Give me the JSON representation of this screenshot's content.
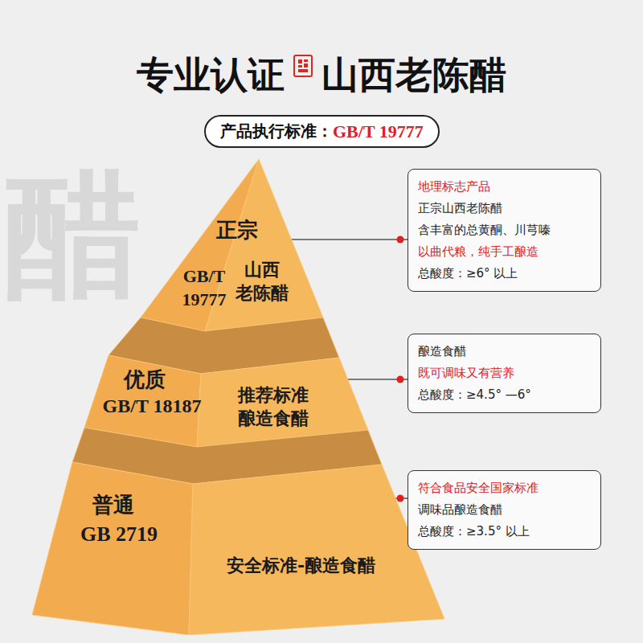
{
  "diagram": {
    "title": "专业认证 山西老陈醋",
    "nodes": [
      {
        "text": [
          "产品执行标准：",
          "GB/T 19777"
        ]
      },
      {
        "text": [
          "正宗",
          "GB/T 19777",
          "山西 老陈醋"
        ]
      },
      {
        "text": [
          "地理标志产品",
          "正宗山西老陈醋",
          "含丰富的总黄酮、川芎嗪",
          "以曲代粮，纯手工酿造",
          "总酸度：≥6° 以上"
        ]
      },
      {
        "text": [
          "优质",
          "GB/T 18187",
          "推荐标准 酿造食醋"
        ]
      },
      {
        "text": [
          "酿造食醋",
          "既可调味又有营养",
          "总酸度：≥4.5° —6°"
        ]
      },
      {
        "text": [
          "普通",
          "GB 2719",
          "安全标准-酿造食醋"
        ]
      },
      {
        "text": [
          "符合食品安全国家标准",
          "调味品酿造食醋",
          "总酸度：≥3.5° 以上"
        ]
      }
    ],
    "edges": [
      {
        "from": 1,
        "to": 2,
        "arrow": "none"
      },
      {
        "from": 3,
        "to": 4,
        "arrow": "none"
      },
      {
        "from": 5,
        "to": 6,
        "arrow": "none"
      }
    ],
    "labels": [
      "醋"
    ]
  }
}
